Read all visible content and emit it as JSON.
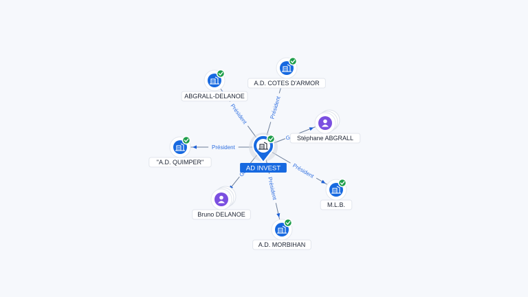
{
  "center": {
    "label": "AD INVEST",
    "icon": "company-icon",
    "verified": true
  },
  "nodes": [
    {
      "id": "abgrall-delanoe",
      "label": "ABGRALL-DELANOE",
      "kind": "company",
      "verified": true,
      "stacked": false
    },
    {
      "id": "ad-cotes-darmor",
      "label": "A.D. COTES D'ARMOR",
      "kind": "company",
      "verified": true,
      "stacked": false
    },
    {
      "id": "stephane-abgrall",
      "label": "Stéphane ABGRALL",
      "kind": "person",
      "verified": false,
      "stacked": true
    },
    {
      "id": "ad-quimper",
      "label": "\"A.D. QUIMPER\"",
      "kind": "company",
      "verified": true,
      "stacked": false
    },
    {
      "id": "mlb",
      "label": "M.L.B.",
      "kind": "company",
      "verified": true,
      "stacked": false
    },
    {
      "id": "bruno-delanoe",
      "label": "Bruno DELANOE",
      "kind": "person",
      "verified": false,
      "stacked": true
    },
    {
      "id": "ad-morbihan",
      "label": "A.D. MORBIHAN",
      "kind": "company",
      "verified": true,
      "stacked": false
    }
  ],
  "edges": [
    {
      "to": "abgrall-delanoe",
      "label": "Président"
    },
    {
      "to": "ad-cotes-darmor",
      "label": "Président"
    },
    {
      "to": "stephane-abgrall",
      "label": "Gé"
    },
    {
      "to": "ad-quimper",
      "label": "Président"
    },
    {
      "to": "mlb",
      "label": "Président"
    },
    {
      "to": "bruno-delanoe",
      "label": "Gér"
    },
    {
      "to": "ad-morbihan",
      "label": "Président"
    }
  ],
  "colors": {
    "company": "#1769e0",
    "person": "#7b4fe0",
    "verified": "#1e9e4a",
    "edge_label": "#2f6fe0"
  }
}
